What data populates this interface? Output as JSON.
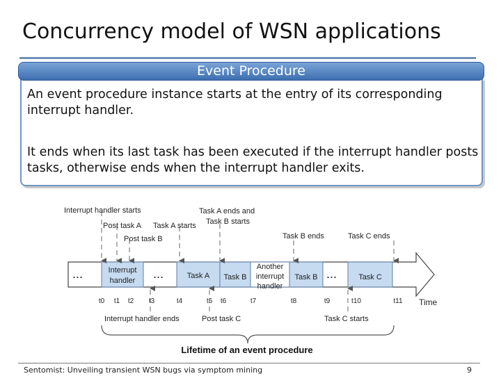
{
  "slide": {
    "title": "Concurrency model of WSN applications",
    "banner": "Event Procedure",
    "paragraphs": [
      "An event procedure instance starts at the entry of its corresponding interrupt handler.",
      "It ends when its last task has been executed if the interrupt handler posts tasks, otherwise ends when the interrupt handler exits."
    ],
    "footer_text": "Sentomist: Unveiling transient WSN bugs via symptom mining",
    "page_number": "9"
  },
  "diagram": {
    "caption": "Lifetime of an event procedure",
    "time_label": "Time",
    "ellipsis": "...",
    "colors": {
      "box_fill": "#c6daf0",
      "box_stroke": "#5f7fa8",
      "arrow_fill": "#ffffff",
      "line": "#444444"
    },
    "boxes": [
      {
        "lines": [
          "Interrupt",
          "handler"
        ]
      },
      {
        "lines": [
          "Task A"
        ]
      },
      {
        "lines": [
          "Task B"
        ]
      },
      {
        "lines": [
          "Another",
          "interrupt",
          "handler"
        ]
      },
      {
        "lines": [
          "Task B"
        ]
      },
      {
        "lines": [
          "Task C"
        ]
      }
    ],
    "ticks": [
      "t0",
      "t1",
      "t2",
      "t3",
      "t4",
      "t5",
      "t6",
      "t7",
      "t8",
      "t9",
      "t10",
      "t11"
    ],
    "annotations_top": [
      "Interrupt handler starts",
      "Post task A",
      "Task A starts",
      "Post task B",
      "Task A ends and",
      "Task B starts",
      "Task B ends",
      "Task C ends"
    ],
    "annotations_bottom": [
      "Interrupt handler ends",
      "Post task C",
      "Task C starts"
    ]
  }
}
